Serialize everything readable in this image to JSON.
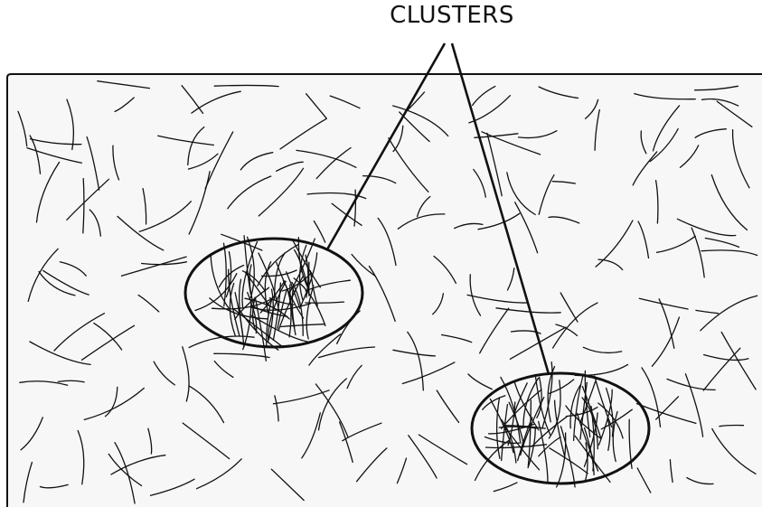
{
  "label": {
    "text": "CLUSTERS"
  },
  "colors": {
    "page": "#ffffff",
    "panel": "#f7f7f7",
    "ink": "#111111"
  },
  "content": {
    "panel": "fibre-network-panel",
    "clusters": [
      "fibre-cluster-left",
      "fibre-cluster-right"
    ],
    "icon": "none"
  }
}
